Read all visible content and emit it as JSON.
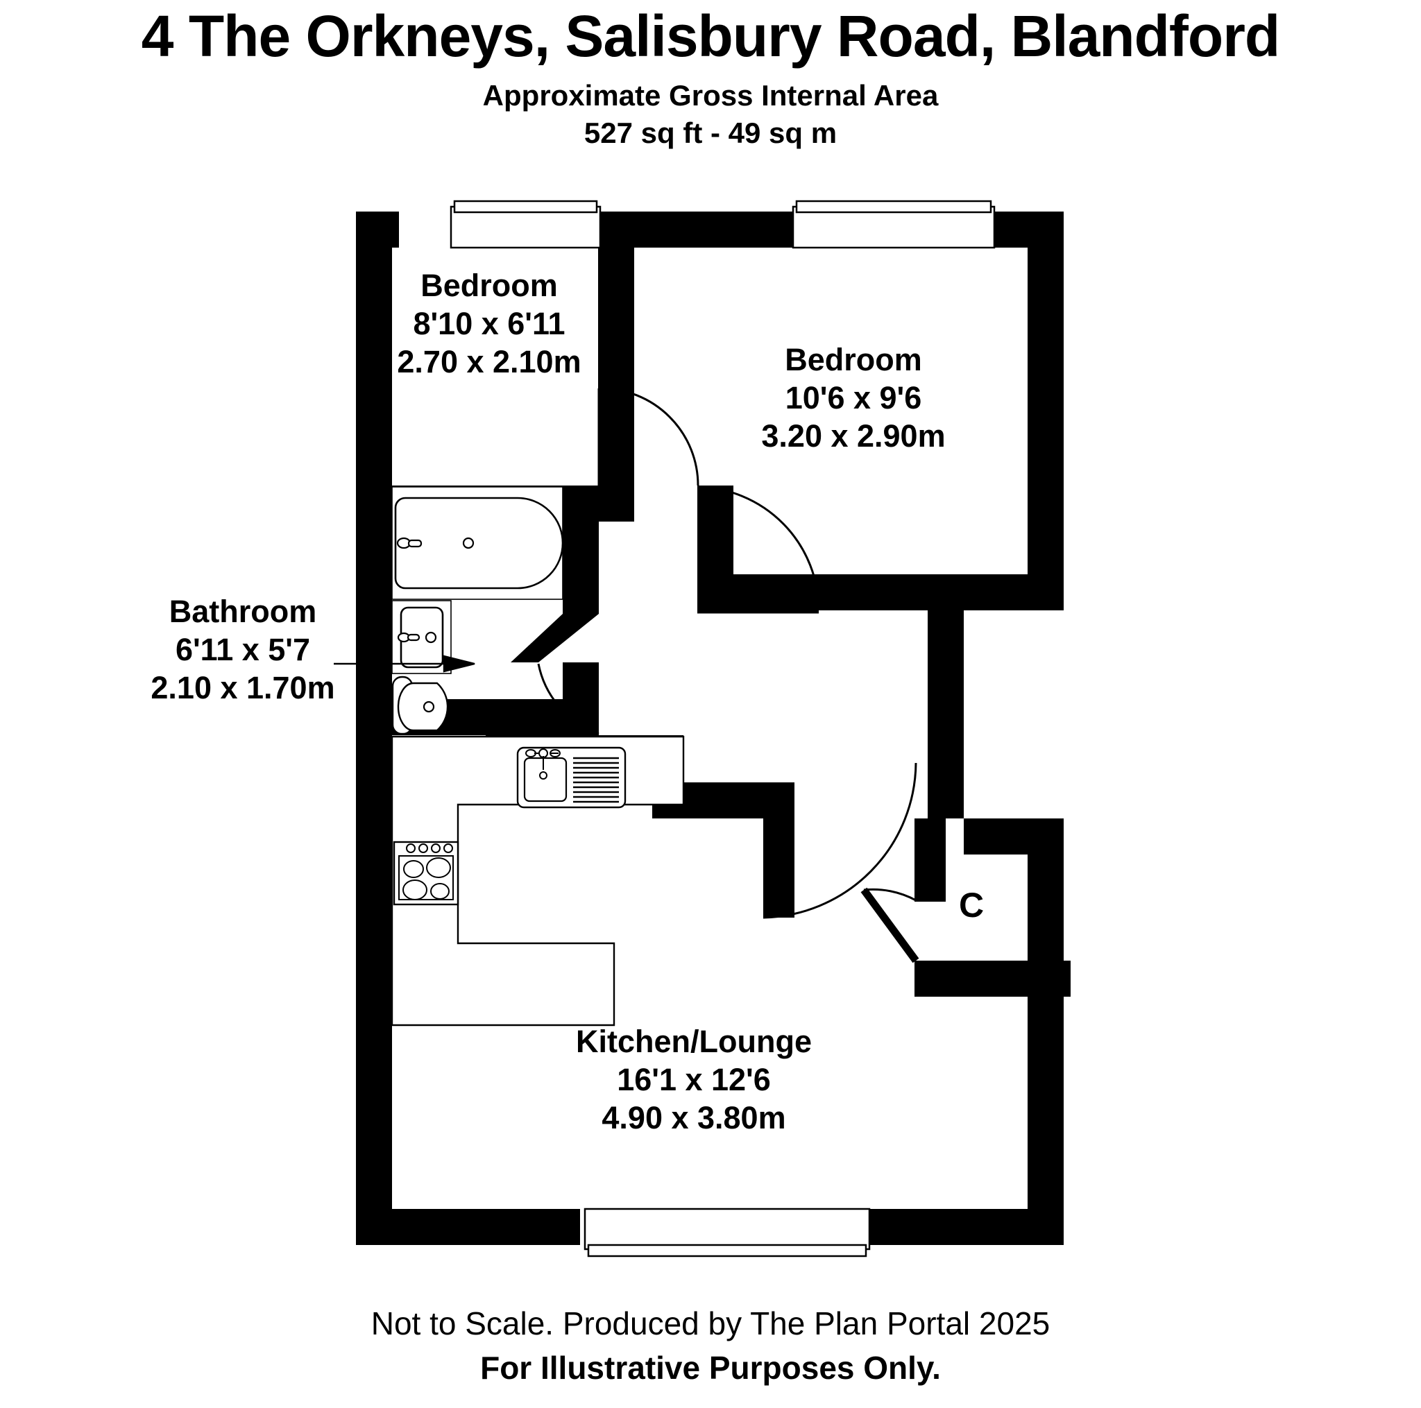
{
  "header": {
    "title": "4 The Orkneys, Salisbury Road, Blandford",
    "area_caption": "Approximate Gross Internal Area",
    "area_value": "527 sq ft - 49 sq m"
  },
  "rooms": [
    {
      "id": "bedroom-1",
      "name": "Bedroom",
      "imperial": "8'10 x 6'11",
      "metric": "2.70 x 2.10m"
    },
    {
      "id": "bedroom-2",
      "name": "Bedroom",
      "imperial": "10'6 x 9'6",
      "metric": "3.20 x 2.90m"
    },
    {
      "id": "bathroom",
      "name": "Bathroom",
      "imperial": "6'11 x 5'7",
      "metric": "2.10 x 1.70m"
    },
    {
      "id": "kitchen-lounge",
      "name": "Kitchen/Lounge",
      "imperial": "16'1 x 12'6",
      "metric": "4.90 x 3.80m"
    }
  ],
  "cupboard": {
    "label": "C"
  },
  "fixtures": [
    {
      "name": "bathtub",
      "room": "bathroom"
    },
    {
      "name": "washbasin",
      "room": "bathroom"
    },
    {
      "name": "toilet",
      "room": "bathroom"
    },
    {
      "name": "kitchen-sink-drainer",
      "room": "kitchen-lounge"
    },
    {
      "name": "hob-cooker",
      "room": "kitchen-lounge"
    },
    {
      "name": "kitchen-worktop",
      "room": "kitchen-lounge"
    }
  ],
  "openings": [
    {
      "name": "window-bedroom-1-north"
    },
    {
      "name": "window-bedroom-2-north"
    },
    {
      "name": "window-kitchen-lounge-south"
    },
    {
      "name": "door-bedroom-1"
    },
    {
      "name": "door-bedroom-2"
    },
    {
      "name": "door-bathroom"
    },
    {
      "name": "door-kitchen-lounge"
    },
    {
      "name": "door-cupboard"
    }
  ],
  "footer": {
    "line1": "Not to Scale. Produced by The Plan Portal 2025",
    "line2": "For Illustrative Purposes Only."
  },
  "colors": {
    "wall": "#000000",
    "background": "#ffffff",
    "fixture_stroke": "#000000"
  }
}
